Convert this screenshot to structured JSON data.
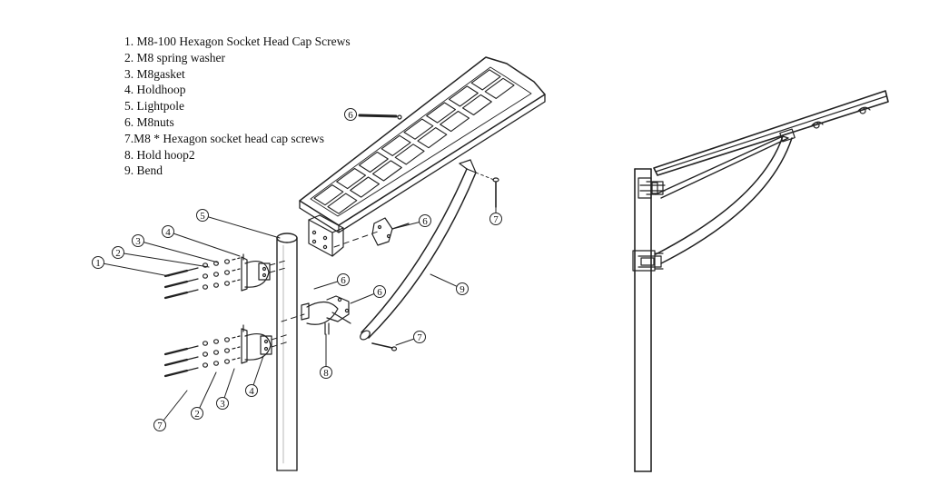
{
  "legend": [
    "1. M8-100 Hexagon Socket Head Cap Screws",
    "2. M8 spring washer",
    "3. M8gasket",
    "4. Holdhoop",
    "5. Lightpole",
    "6. M8nuts",
    "7.M8 * Hexagon socket head cap screws",
    "8. Hold hoop2",
    "9. Bend"
  ],
  "callouts": {
    "c1": "1",
    "c2a": "2",
    "c3a": "3",
    "c4a": "4",
    "c5": "5",
    "c6a": "6",
    "c6b": "6",
    "c6c": "6",
    "c6d": "6",
    "c7a": "7",
    "c7b": "7",
    "c7c": "7",
    "c8": "8",
    "c9": "9",
    "c2b": "2",
    "c3b": "3",
    "c4b": "4"
  },
  "colors": {
    "line": "#222222",
    "panel_cell": "#ffffff",
    "background": "#ffffff"
  }
}
